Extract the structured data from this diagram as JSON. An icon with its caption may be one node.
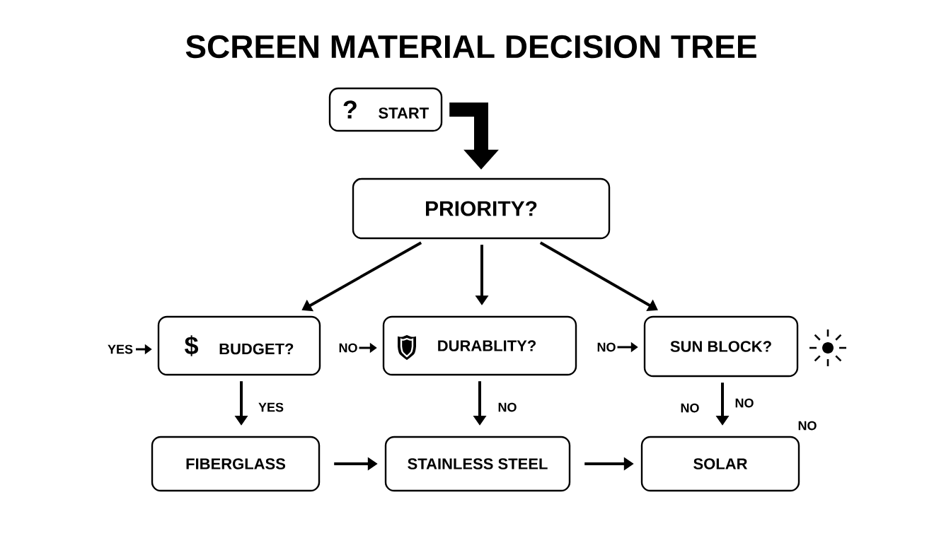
{
  "diagram": {
    "title": "SCREEN MATERIAL DECISION TREE",
    "nodes": [
      {
        "text": [
          "?",
          "START"
        ]
      },
      {
        "text": [
          "PRIORITY?"
        ]
      },
      {
        "text": [
          "$",
          "BUDGET?"
        ]
      },
      {
        "text": [
          "DURABLITY?"
        ]
      },
      {
        "text": [
          "SUN BLOCK?"
        ]
      },
      {
        "text": [
          "FIBERGLASS"
        ]
      },
      {
        "text": [
          "STAINLESS STEEL"
        ]
      },
      {
        "text": [
          "SOLAR"
        ]
      }
    ],
    "edges": [
      {
        "from": 0,
        "to": 1,
        "arrow": "to",
        "style": "thick"
      },
      {
        "from": 1,
        "to": 2,
        "arrow": "to"
      },
      {
        "from": 1,
        "to": 3,
        "arrow": "to"
      },
      {
        "from": 1,
        "to": 4,
        "arrow": "to"
      },
      {
        "from": null,
        "to": 2,
        "arrow": "to",
        "label": "YES"
      },
      {
        "from": null,
        "to": 3,
        "arrow": "to",
        "label": "NO"
      },
      {
        "from": null,
        "to": 4,
        "arrow": "to",
        "label": "NO"
      },
      {
        "from": 2,
        "to": 5,
        "arrow": "to",
        "label": "YES"
      },
      {
        "from": 3,
        "to": 6,
        "arrow": "to",
        "label": "NO"
      },
      {
        "from": 4,
        "to": 7,
        "arrow": "to",
        "label": "NO"
      },
      {
        "from": 5,
        "to": 6,
        "arrow": "to"
      },
      {
        "from": 6,
        "to": 7,
        "arrow": "to"
      }
    ],
    "labels": [
      "NO",
      "NO"
    ]
  }
}
